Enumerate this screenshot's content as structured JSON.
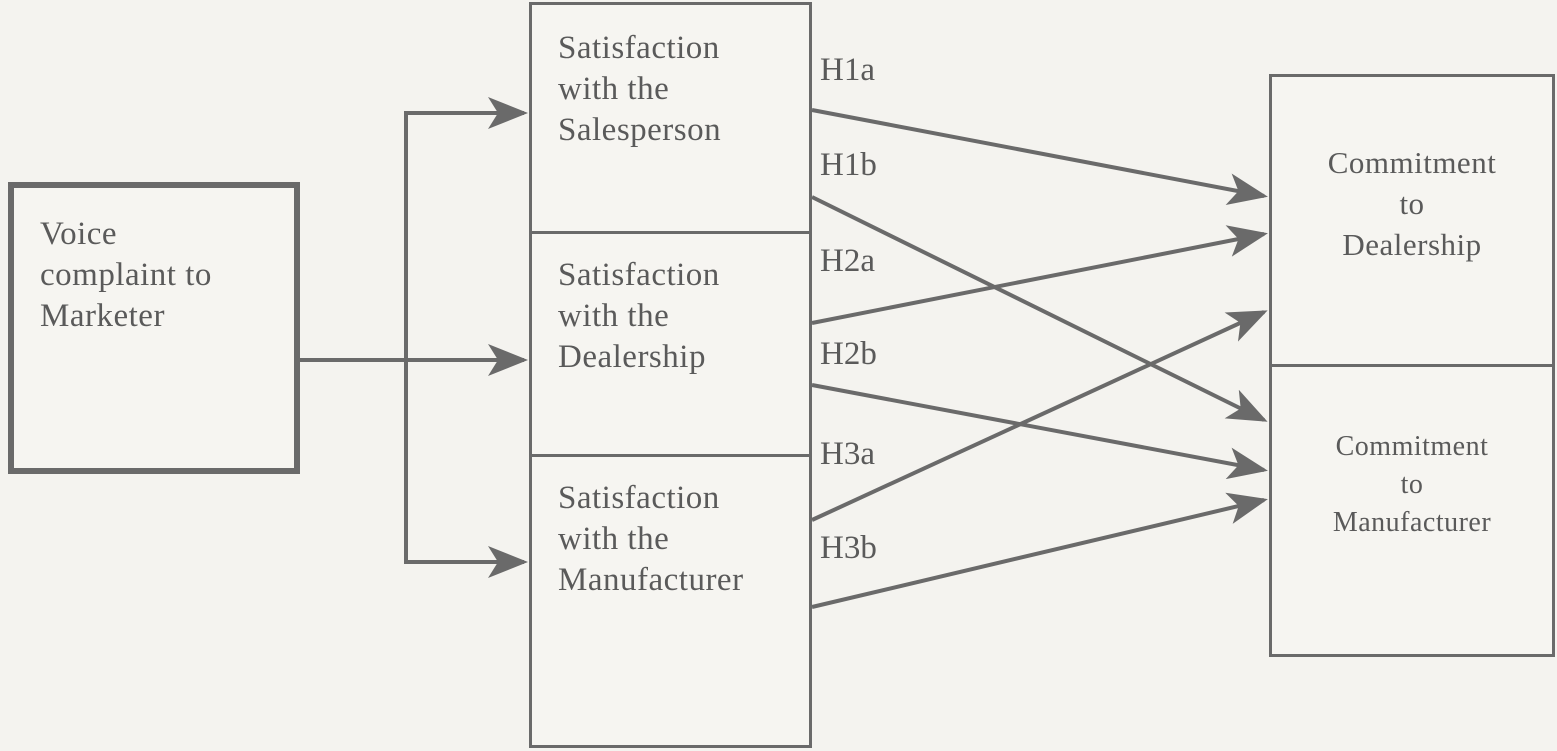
{
  "nodes": {
    "voice": "Voice\ncomplaint to\nMarketer",
    "sat_salesperson": "Satisfaction\nwith the\nSalesperson",
    "sat_dealership": "Satisfaction\nwith the\nDealership",
    "sat_manufacturer": "Satisfaction\nwith the\nManufacturer",
    "commit_dealership": "Commitment\nto\nDealership",
    "commit_manufacturer": "Commitment\nto\nManufacturer"
  },
  "hypotheses": {
    "h1a": "H1a",
    "h1b": "H1b",
    "h2a": "H2a",
    "h2b": "H2b",
    "h3a": "H3a",
    "h3b": "H3b"
  },
  "colors": {
    "line": "#6a6a6a",
    "background": "#f4f3ef"
  }
}
